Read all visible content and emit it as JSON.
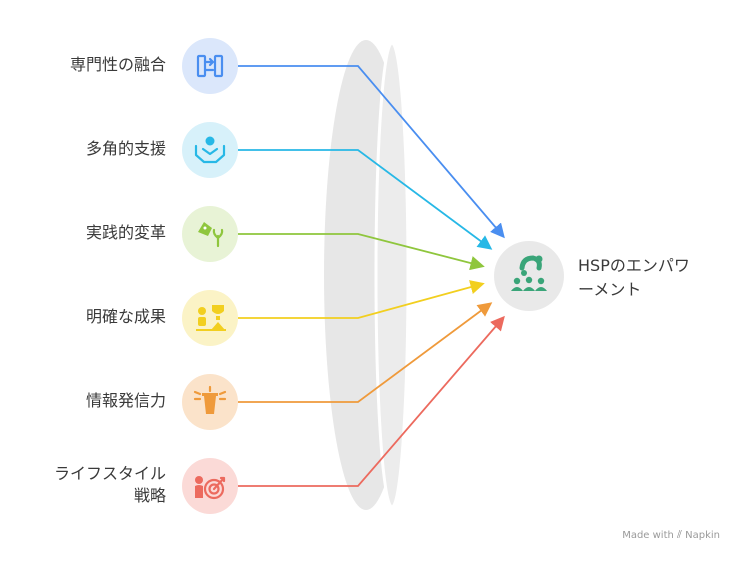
{
  "diagram": {
    "inputs": [
      {
        "label": "専門性の融合",
        "icon": "merge-icon",
        "color": "#4a8ef0",
        "bg": "#dbe7fb"
      },
      {
        "label": "多角的支援",
        "icon": "support-person-icon",
        "color": "#27b8e6",
        "bg": "#d7f1fa"
      },
      {
        "label": "実践的変革",
        "icon": "growth-plant-icon",
        "color": "#8fc63d",
        "bg": "#e8f3d6"
      },
      {
        "label": "明確な成果",
        "icon": "trophy-achievement-icon",
        "color": "#f2cf1f",
        "bg": "#fbf3c6"
      },
      {
        "label": "情報発信力",
        "icon": "broadcast-tower-icon",
        "color": "#ef9a3b",
        "bg": "#fbe3ca"
      },
      {
        "label": [
          "ライフスタイル",
          "戦略"
        ],
        "icon": "target-strategy-icon",
        "color": "#ec6a5e",
        "bg": "#fbdad7"
      }
    ],
    "outcome": {
      "label": [
        "HSPのエンパワ",
        "ーメント"
      ],
      "icon": "empowerment-group-icon",
      "color": "#3aa579",
      "bg": "#e9e9e9"
    }
  },
  "watermark": {
    "prefix": "Made with",
    "brand": "Napkin"
  }
}
